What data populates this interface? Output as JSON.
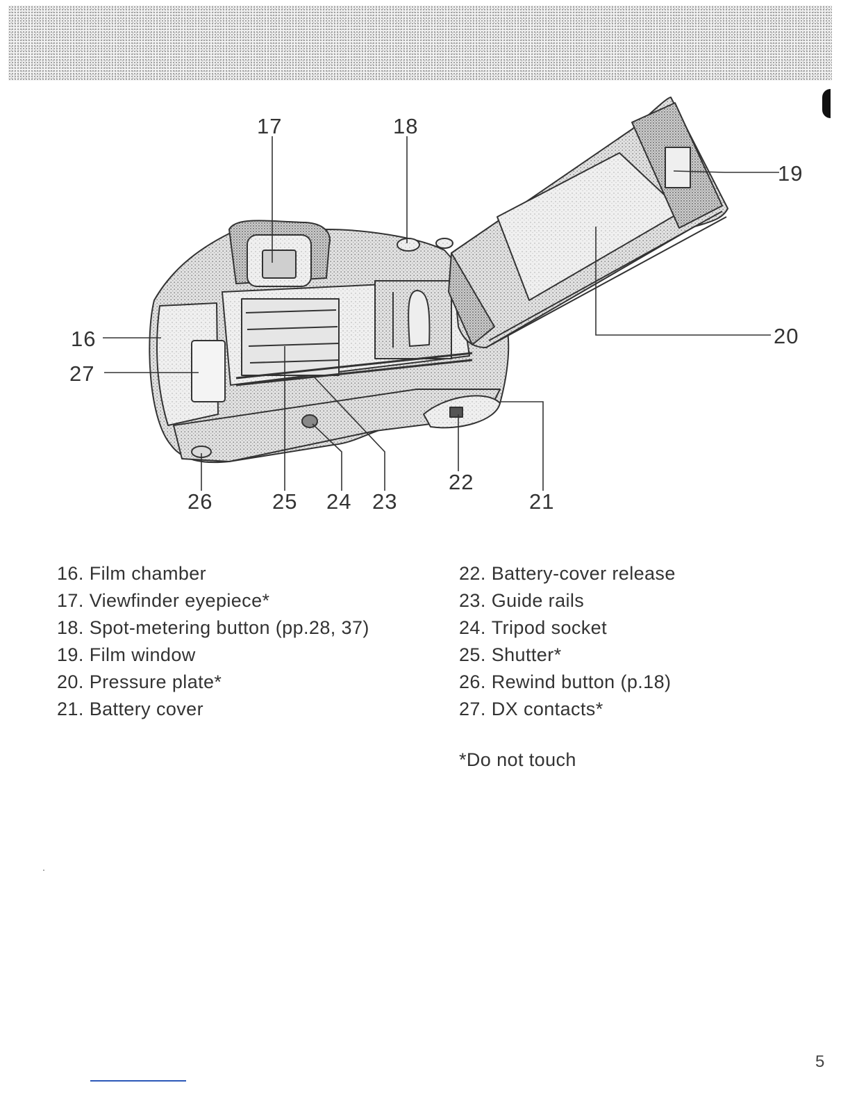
{
  "figure": {
    "callouts": [
      "16",
      "17",
      "18",
      "19",
      "20",
      "21",
      "22",
      "23",
      "24",
      "25",
      "26",
      "27"
    ]
  },
  "legend": {
    "left": [
      {
        "num": "16.",
        "label": "Film chamber"
      },
      {
        "num": "17.",
        "label": "Viewfinder eyepiece*"
      },
      {
        "num": "18.",
        "label": "Spot-metering button (pp.28, 37)"
      },
      {
        "num": "19.",
        "label": "Film window"
      },
      {
        "num": "20.",
        "label": "Pressure plate*"
      },
      {
        "num": "21.",
        "label": "Battery cover"
      }
    ],
    "right": [
      {
        "num": "22.",
        "label": "Battery-cover release"
      },
      {
        "num": "23.",
        "label": "Guide rails"
      },
      {
        "num": "24.",
        "label": "Tripod socket"
      },
      {
        "num": "25.",
        "label": "Shutter*"
      },
      {
        "num": "26.",
        "label": "Rewind button (p.18)"
      },
      {
        "num": "27.",
        "label": "DX contacts*"
      }
    ]
  },
  "footnote": "*Do not touch",
  "page_number": "5"
}
